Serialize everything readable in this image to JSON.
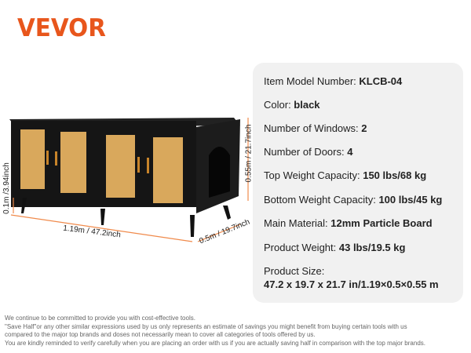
{
  "brand": "VEVOR",
  "specs": [
    {
      "label": "Item Model Number: ",
      "value": "KLCB-04"
    },
    {
      "label": "Color: ",
      "value": "black"
    },
    {
      "label": "Number of Windows: ",
      "value": "2"
    },
    {
      "label": "Number of Doors: ",
      "value": "4"
    },
    {
      "label": "Top Weight Capacity: ",
      "value": "150 lbs/68 kg"
    },
    {
      "label": "Bottom Weight Capacity: ",
      "value": "100 lbs/45 kg"
    },
    {
      "label": "Main Material: ",
      "value": "12mm Particle Board"
    },
    {
      "label": "Product Weight: ",
      "value": "43 lbs/19.5 kg"
    },
    {
      "label": "Product Size:",
      "value": "47.2 x 19.7 x 21.7 in/1.19×0.5×0.55 m"
    }
  ],
  "dimensions": {
    "width": "1.19m / 47.2inch",
    "depth": "0.5m / 19.7inch",
    "height": "0.55m / 21.7inch",
    "leg": "0.1m /3.94inch"
  },
  "footer": [
    "We continue to be committed to provide you with cost-effective tools.",
    "\"Save Half\"or any other similar expressions used by us only represents an estimate of savings you might benefit from buying certain tools with us",
    "compared to the major top brands and doses not necessarily mean to cover all categories of tools offered by us.",
    "You are kindly reminded to verify carefully when you are placing an order with us if you are actually saving half in comparison with the top major brands."
  ],
  "colors": {
    "brand": "#e8561c",
    "dimension_line": "#f08a4b"
  }
}
